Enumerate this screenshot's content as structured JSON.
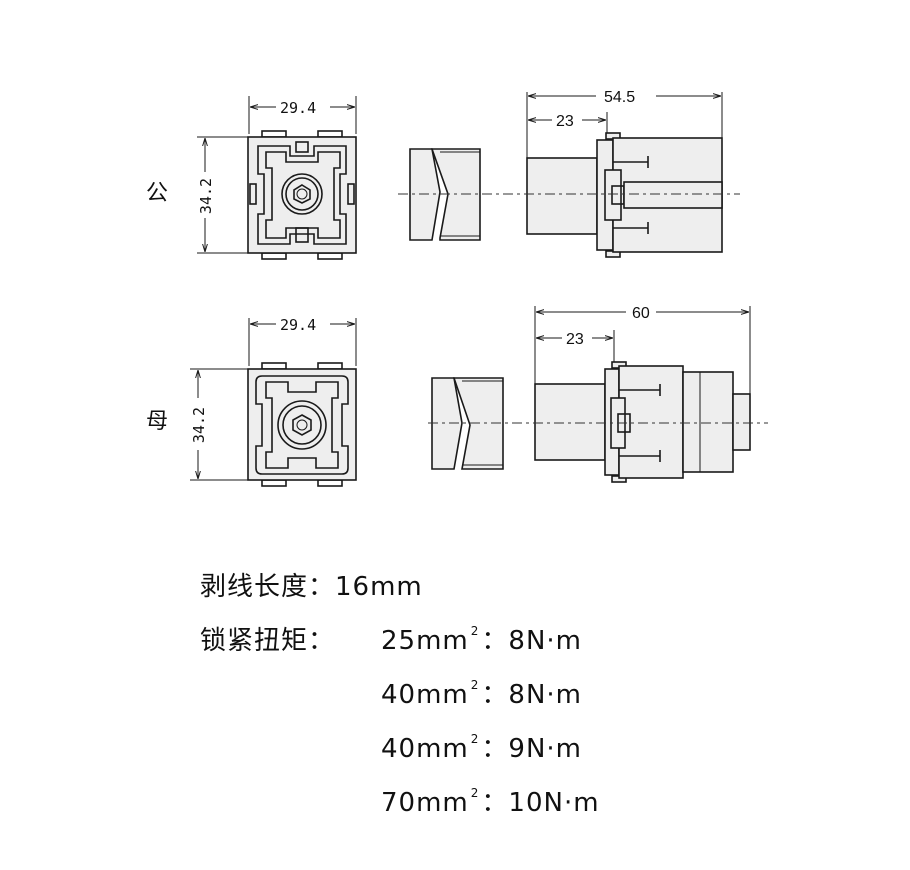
{
  "male": {
    "label": "公",
    "width_dim": "29.4",
    "height_dim": "34.2",
    "length_dim": "54.5",
    "strip_dim": "23"
  },
  "female": {
    "label": "母",
    "width_dim": "29.4",
    "height_dim": "34.2",
    "length_dim": "60",
    "strip_dim": "23"
  },
  "specs": {
    "strip_label": "剥线长度：",
    "strip_value": "16mm",
    "torque_label": "锁紧扭矩：",
    "torque_rows": [
      {
        "size": "25mm",
        "sup": "2",
        "sep": "：",
        "value": "8N·m"
      },
      {
        "size": "40mm",
        "sup": "2",
        "sep": "：",
        "value": "8N·m"
      },
      {
        "size": "40mm",
        "sup": "2",
        "sep": "：",
        "value": "9N·m"
      },
      {
        "size": "70mm",
        "sup": "2",
        "sep": "：",
        "value": "10N·m"
      }
    ]
  }
}
